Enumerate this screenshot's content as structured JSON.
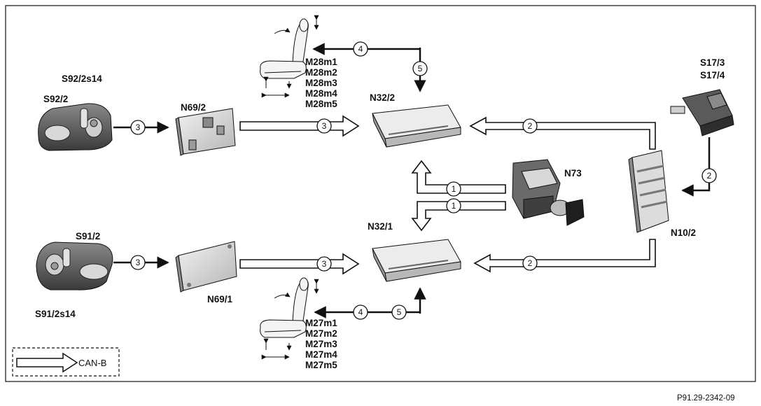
{
  "labels": {
    "s92_2s14": "S92/2s14",
    "s92_2": "S92/2",
    "n69_2": "N69/2",
    "motors_front": [
      "M28m1",
      "M28m2",
      "M28m3",
      "M28m4",
      "M28m5"
    ],
    "n32_2": "N32/2",
    "s17_3": "S17/3",
    "s17_4": "S17/4",
    "n73": "N73",
    "n10_2": "N10/2",
    "s91_2": "S91/2",
    "s91_2s14": "S91/2s14",
    "n69_1": "N69/1",
    "n32_1": "N32/1",
    "motors_rear": [
      "M27m1",
      "M27m2",
      "M27m3",
      "M27m4",
      "M27m5"
    ]
  },
  "markers": {
    "one": "1",
    "two": "2",
    "three": "3",
    "four": "4",
    "five": "5"
  },
  "legend": {
    "text": "CAN-B"
  },
  "reference": "P91.29-2342-09",
  "colors": {
    "line": "#111111",
    "component_light": "#e4e4e4",
    "component_mid": "#a8a8a8",
    "component_dark": "#4a4a4a"
  }
}
